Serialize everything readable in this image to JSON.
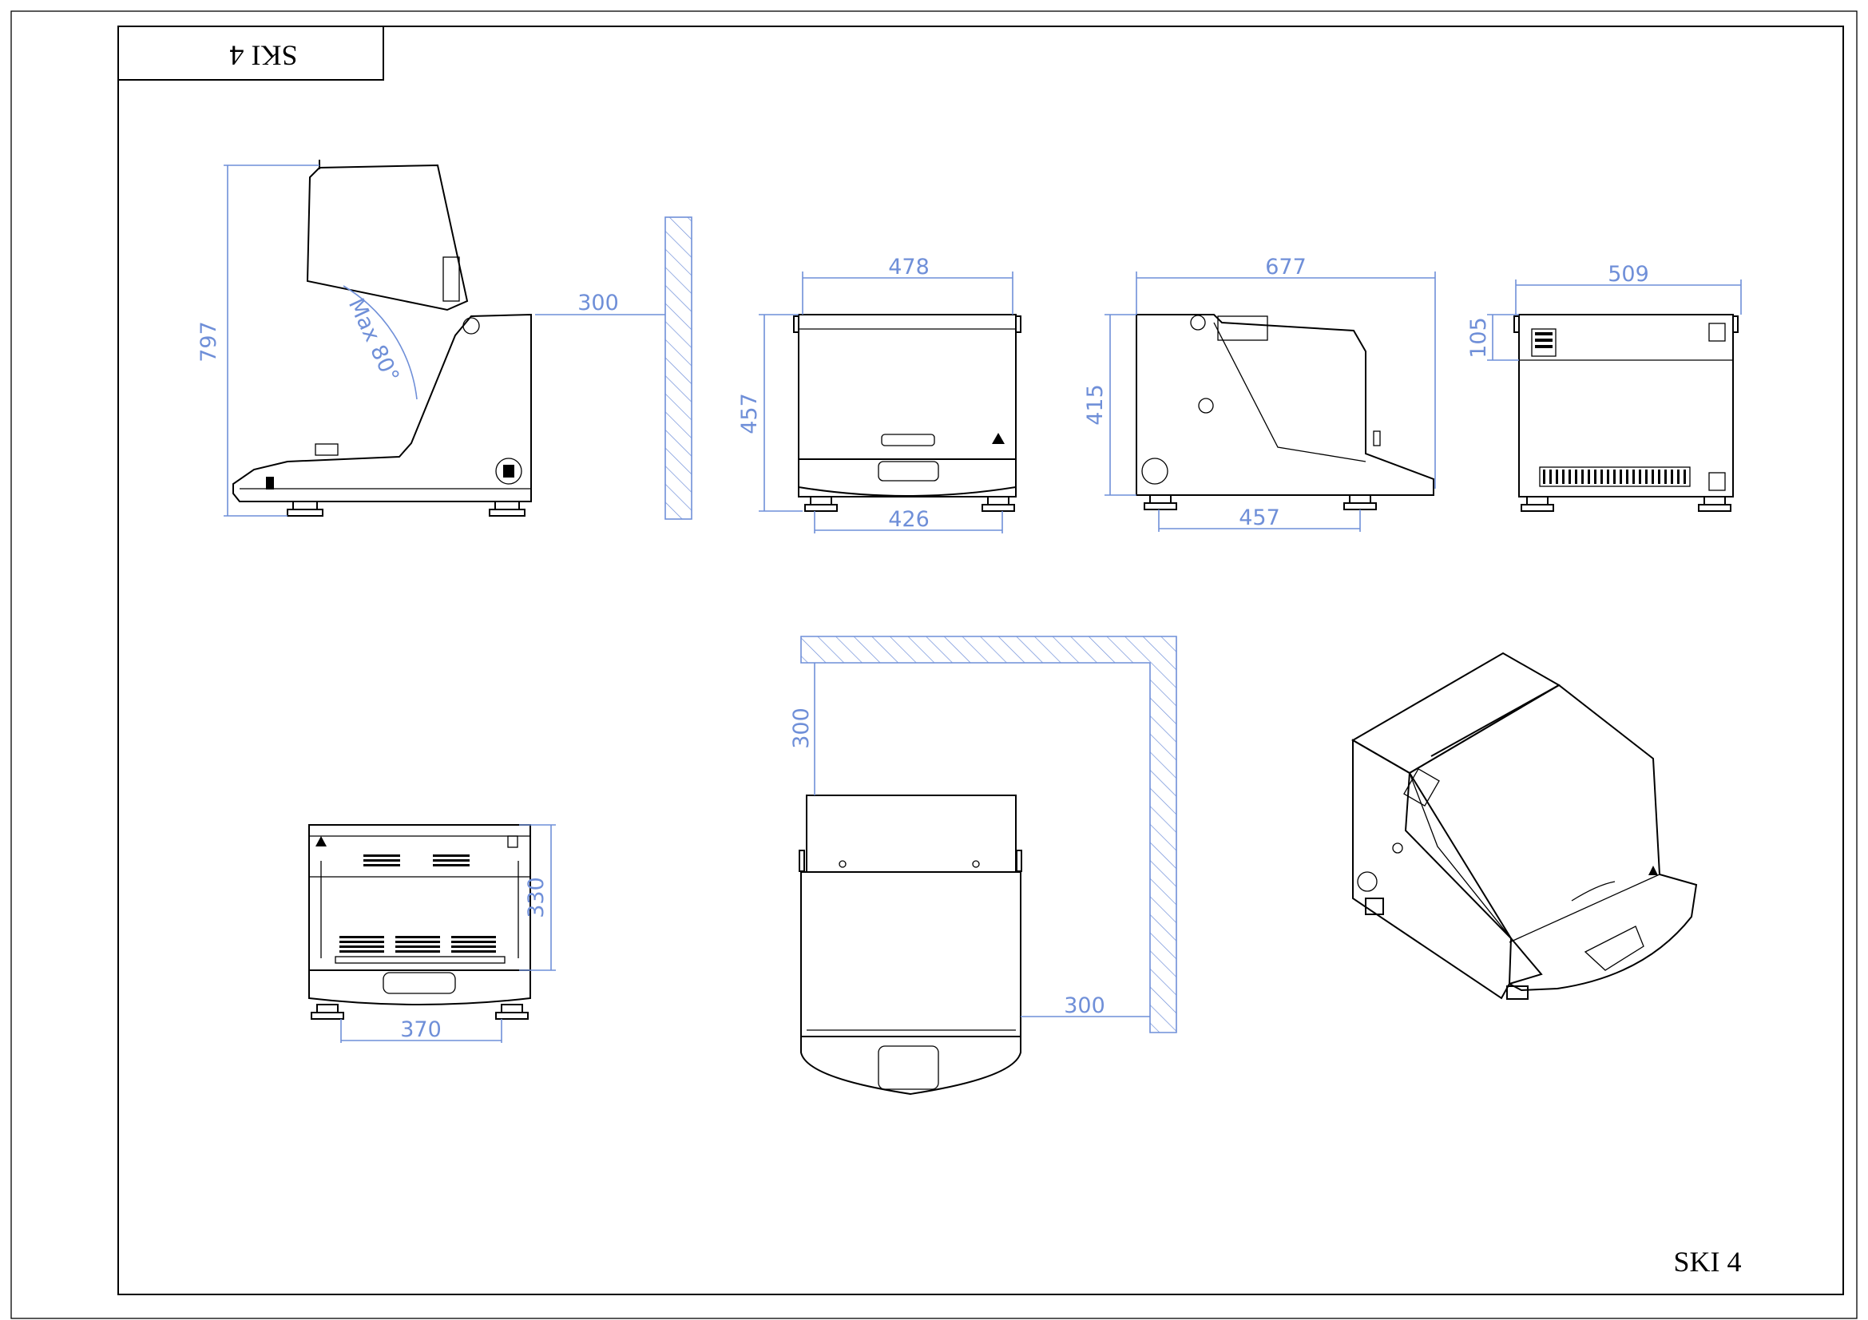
{
  "drawing": {
    "title_block_text": "SKI 4",
    "footer_text": "SKI 4"
  },
  "dimensions": {
    "side_open_height": "797",
    "side_open_angle": "Max 80°",
    "side_open_clearance": "300",
    "front_width": "478",
    "front_height": "457",
    "front_feet_spacing": "426",
    "side_depth": "677",
    "side_height": "415",
    "side_feet_spacing": "457",
    "rear_width": "509",
    "rear_panel_height": "105",
    "top_open_depth": "330",
    "top_open_feet_spacing": "370",
    "plan_clearance_back": "300",
    "plan_clearance_side": "300"
  },
  "colors": {
    "dimension_lines": "#6f8fd8",
    "outline": "#000000"
  }
}
